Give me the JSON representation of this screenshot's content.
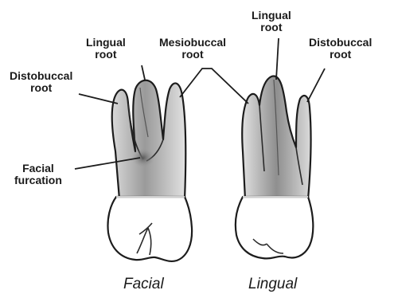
{
  "labels": {
    "facial_distobuccal": [
      "Distobuccal",
      "root"
    ],
    "facial_lingual": [
      "Lingual",
      "root"
    ],
    "mesiobuccal": [
      "Mesiobuccal",
      "root"
    ],
    "lingual_lingual": [
      "Lingual",
      "root"
    ],
    "lingual_distobuccal": [
      "Distobuccal",
      "root"
    ],
    "facial_furcation": [
      "Facial",
      "furcation"
    ]
  },
  "captions": {
    "facial": "Facial",
    "lingual": "Lingual"
  }
}
